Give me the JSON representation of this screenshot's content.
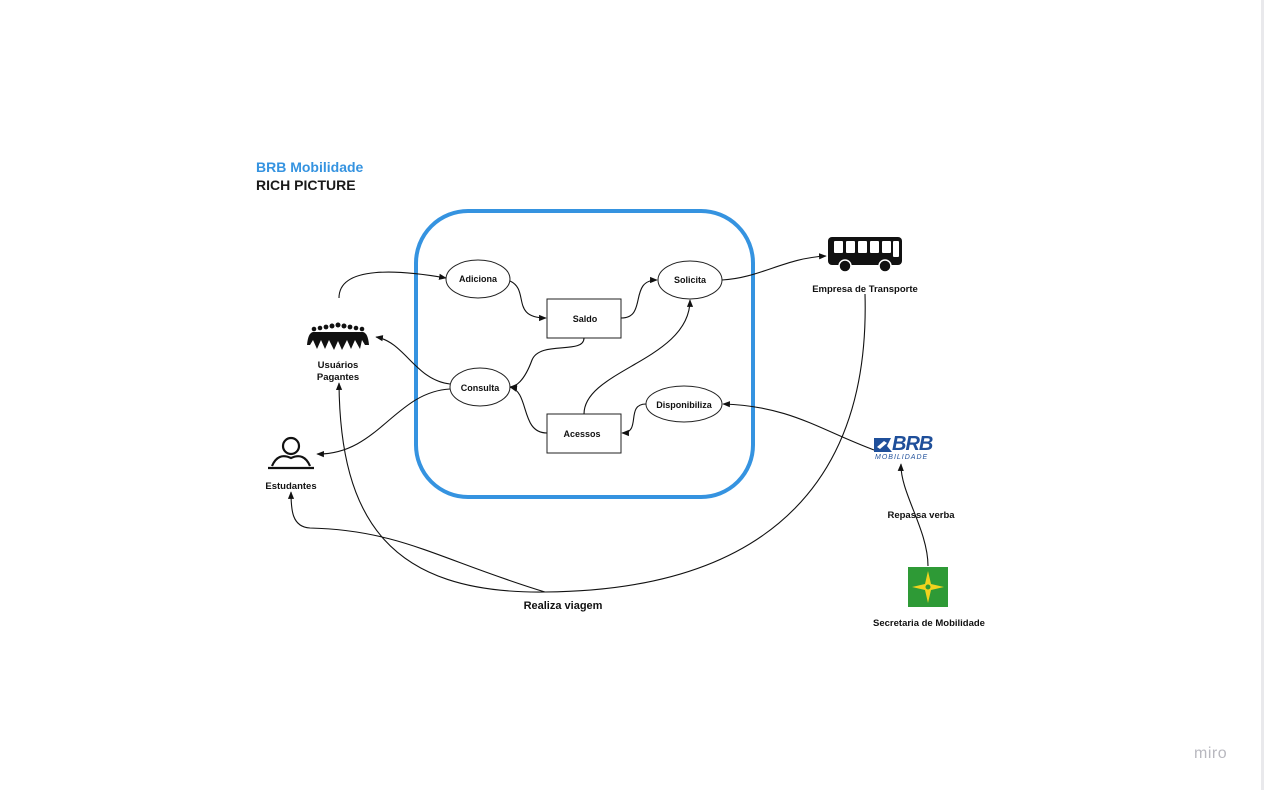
{
  "header": {
    "title": "BRB Mobilidade",
    "subtitle": "RICH PICTURE"
  },
  "nodes": {
    "adiciona": "Adiciona",
    "saldo": "Saldo",
    "solicita": "Solicita",
    "consulta": "Consulta",
    "acessos": "Acessos",
    "disponibiliza": "Disponibiliza"
  },
  "actors": {
    "usuarios_line1": "Usuários",
    "usuarios_line2": "Pagantes",
    "estudantes": "Estudantes",
    "empresa": "Empresa de Transporte",
    "secretaria": "Secretaria de Mobilidade"
  },
  "labels": {
    "repassa": "Repassa verba",
    "realiza": "Realiza viagem"
  },
  "brb_logo": {
    "text": "BRB",
    "sub": "MOBILIDADE",
    "color": "#1f4f9a"
  },
  "watermark": "miro",
  "colors": {
    "accent": "#3593e0",
    "flag_green": "#2e9a36",
    "flag_yellow": "#f2d21e"
  }
}
